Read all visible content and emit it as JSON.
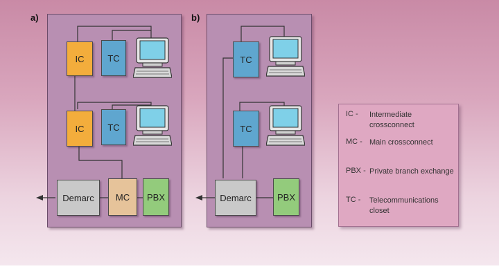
{
  "panels": {
    "a": {
      "label": "a)"
    },
    "b": {
      "label": "b)"
    }
  },
  "boxes": {
    "ic": "IC",
    "tc": "TC",
    "demarc": "Demarc",
    "mc": "MC",
    "pbx": "PBX"
  },
  "legend": [
    {
      "term": "IC -",
      "desc": "Intermediate crossconnect"
    },
    {
      "term": "MC -",
      "desc": "Main crossconnect"
    },
    {
      "term": "PBX -",
      "desc": "Private branch exchange"
    },
    {
      "term": "TC -",
      "desc": "Telecommunications closet"
    }
  ],
  "colors": {
    "ic": "#f3ad3c",
    "tc": "#5fa6cf",
    "demarc": "#c9c9c9",
    "mc": "#e6c39a",
    "pbx": "#93cb7c",
    "panel": "#b88fb2",
    "legend_bg": "#dfa8c2"
  },
  "icons": {
    "computer": "desktop-computer-icon",
    "arrow": "arrow-left-icon"
  }
}
